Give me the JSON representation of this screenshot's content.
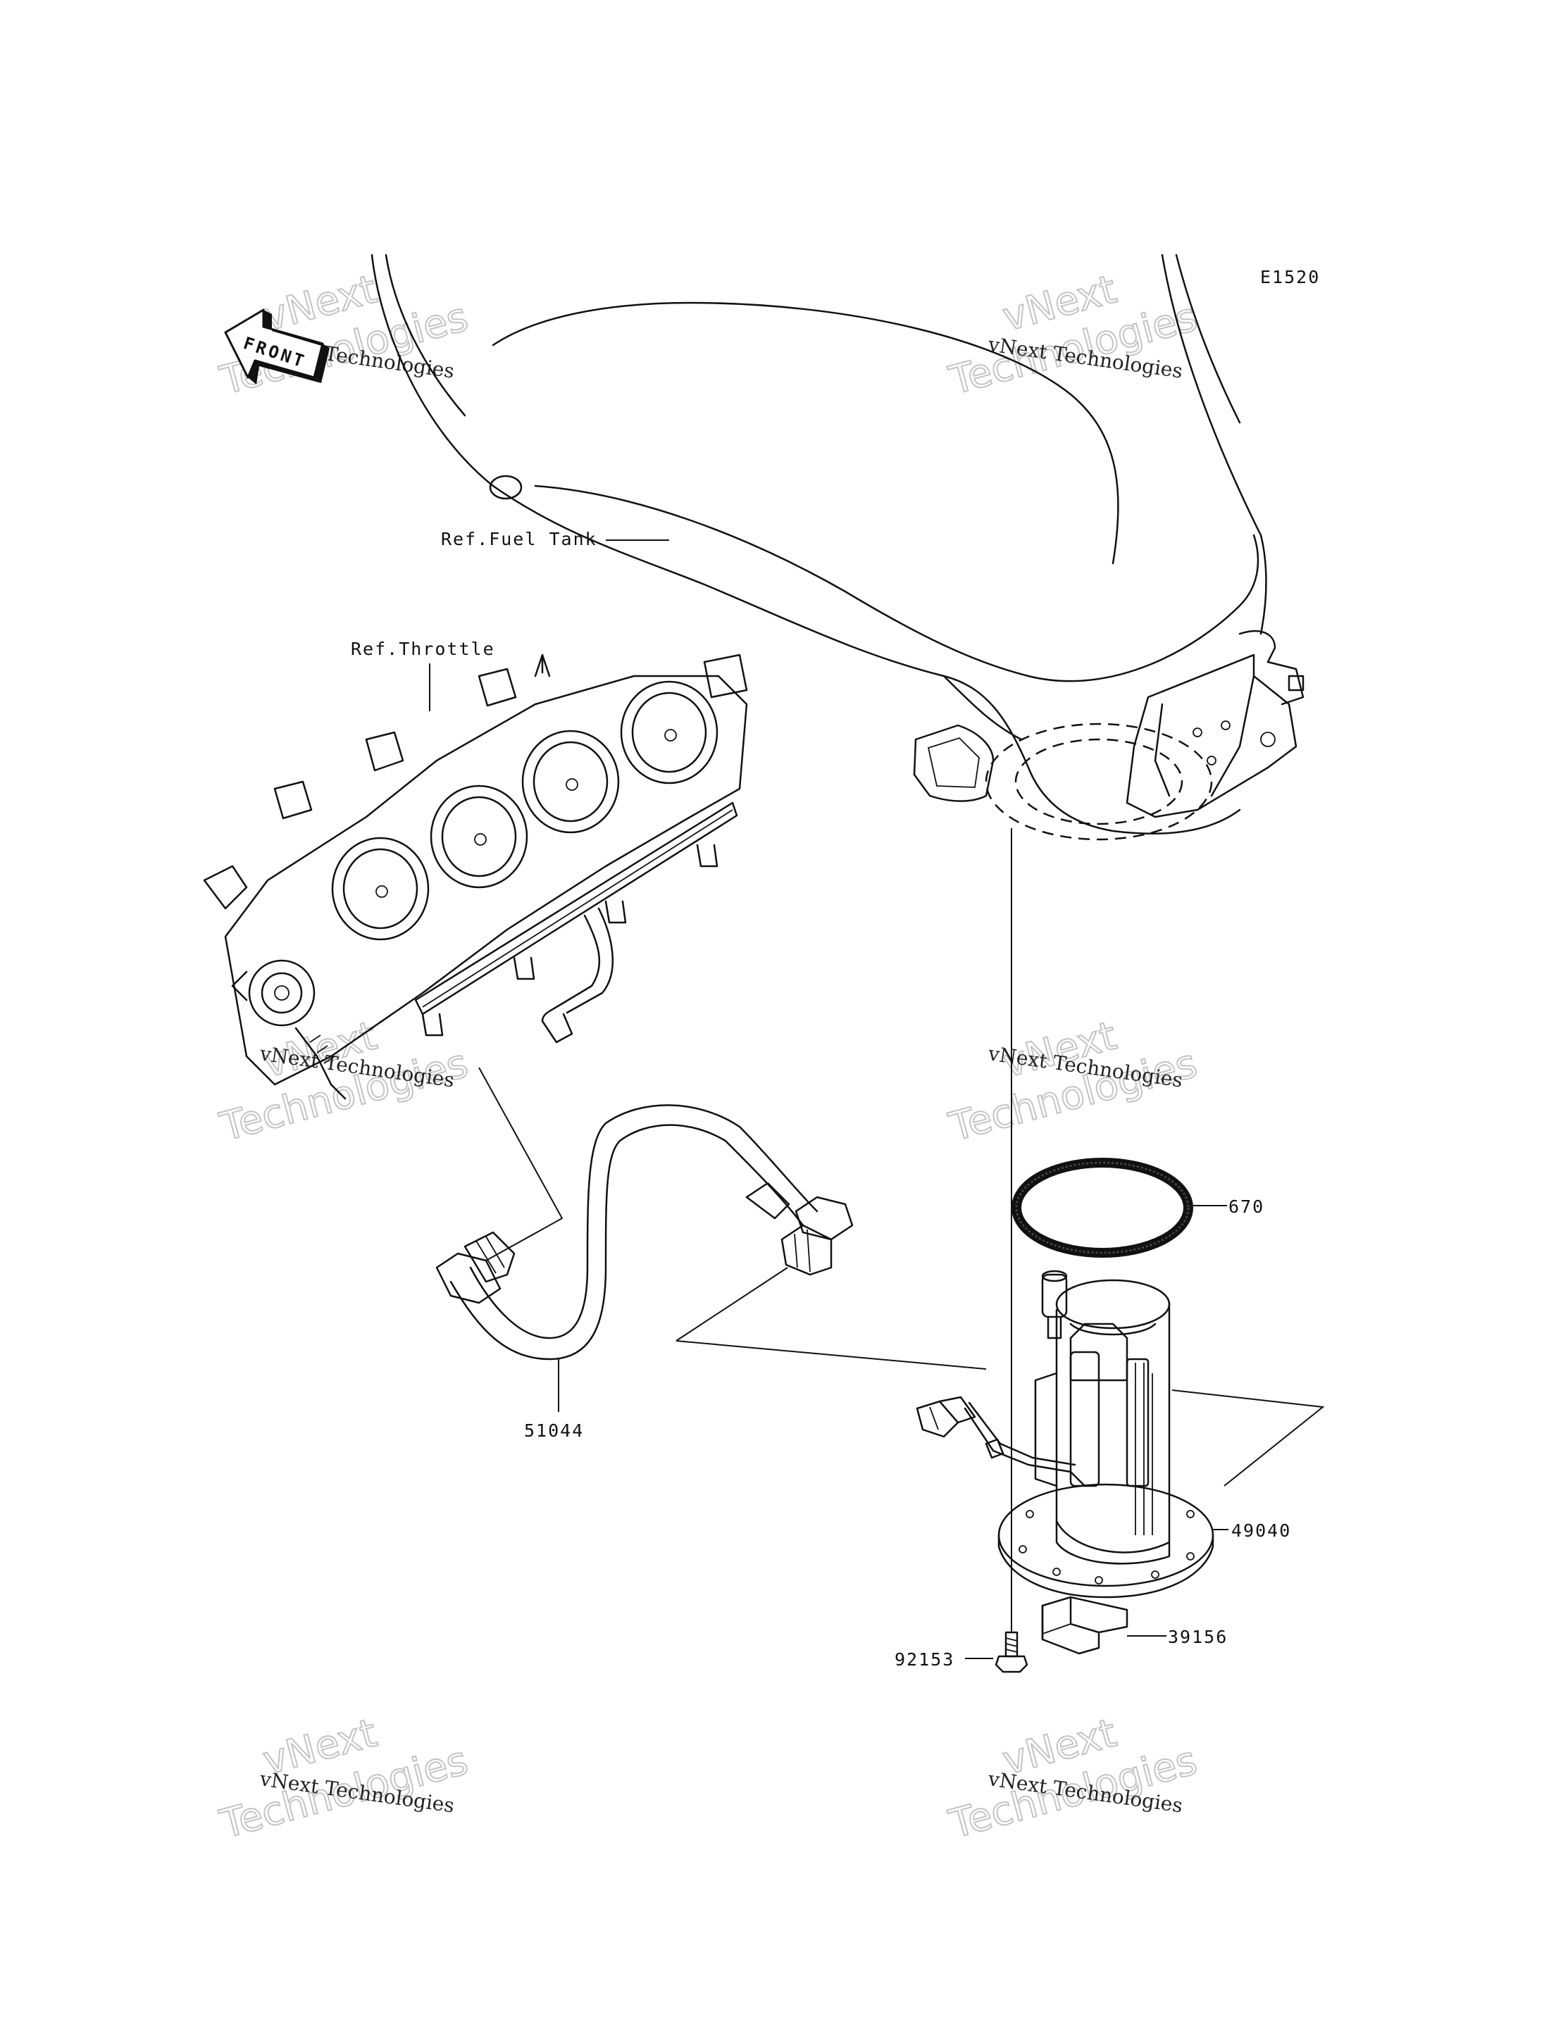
{
  "diagram_code": "E1520",
  "front_label": "FRONT",
  "labels": {
    "fuel_tank": "Ref.Fuel Tank",
    "throttle": "Ref.Throttle",
    "part_670": "670",
    "part_51044": "51044",
    "part_49040": "49040",
    "part_39156": "39156",
    "part_92153": "92153"
  },
  "watermark": {
    "line_a": "vNext Technologies",
    "line_b": "vNext",
    "line_c": "Technologies"
  }
}
